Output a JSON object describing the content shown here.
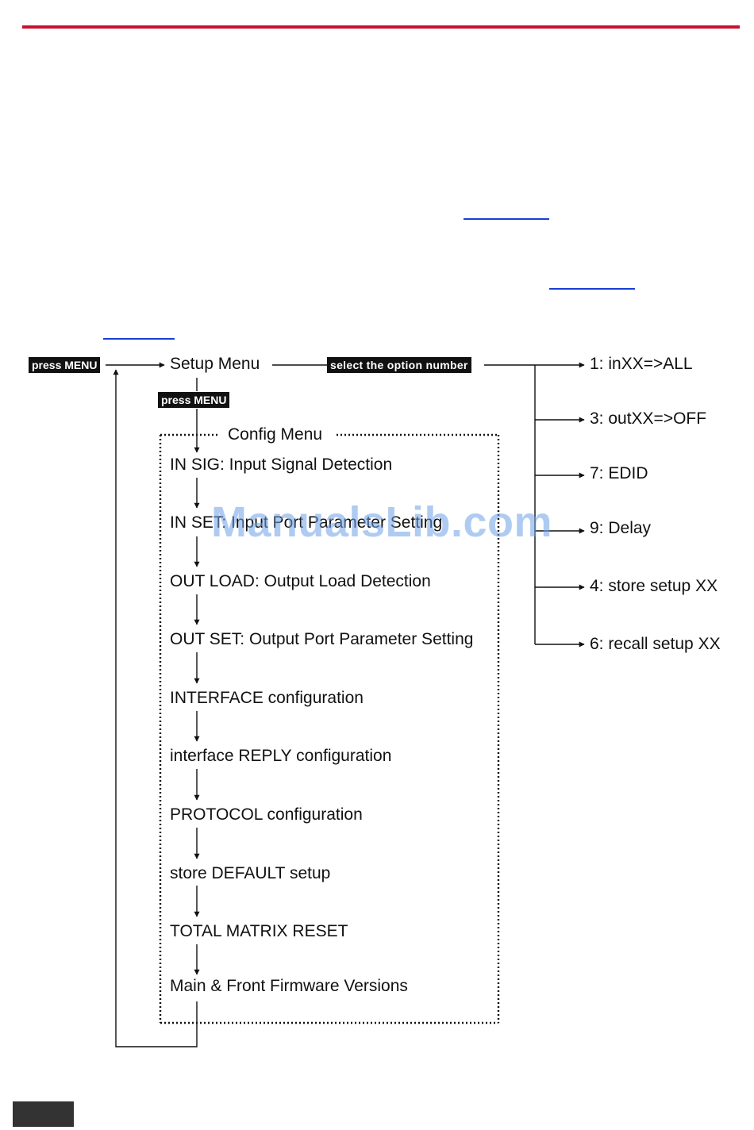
{
  "colors": {
    "accent_rule": "#c8102e",
    "link_underline": "#1a3fd6",
    "watermark": "#6ea0e6",
    "tag_background": "#111111",
    "tag_text": "#ffffff",
    "lines": "#111111"
  },
  "tags": {
    "press_menu_left": "press MENU",
    "press_menu_down": "press MENU",
    "select_option": "select the option number"
  },
  "setup_menu": {
    "title": "Setup Menu",
    "options": [
      "1: inXX=>ALL",
      "3: outXX=>OFF",
      "7: EDID",
      "9: Delay",
      "4: store setup XX",
      "6: recall setup XX"
    ]
  },
  "config_menu": {
    "title": "Config Menu",
    "items": [
      "IN SIG: Input Signal Detection",
      "IN SET: Input Port Parameter Setting",
      "OUT LOAD: Output Load Detection",
      "OUT SET: Output Port Parameter Setting",
      "INTERFACE configuration",
      "interface REPLY configuration",
      "PROTOCOL configuration",
      "store DEFAULT setup",
      "TOTAL MATRIX RESET",
      "Main & Front Firmware Versions"
    ]
  },
  "watermark": "ManualsLib.com"
}
